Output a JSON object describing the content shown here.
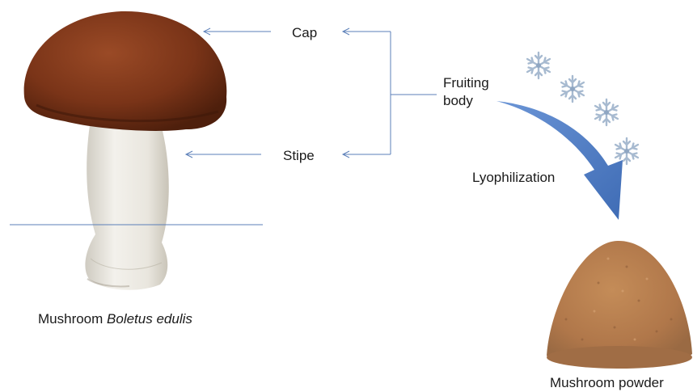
{
  "labels": {
    "cap": "Cap",
    "stipe": "Stipe",
    "fruiting_line1": "Fruiting",
    "fruiting_line2": "body",
    "lyophilization": "Lyophilization",
    "caption_prefix": "Mushroom ",
    "caption_species": "Boletus edulis",
    "powder": "Mushroom powder"
  },
  "colors": {
    "connector_line": "#5b7fb8",
    "big_arrow": "#4a78c0",
    "snowflake": "#9fb4cc",
    "cap": "#7a3418",
    "stipe": "#ecebe6",
    "powder": "#b57d4e"
  },
  "icons": [
    "mushroom-illustration",
    "snowflake-icon",
    "snowflake-icon",
    "snowflake-icon",
    "snowflake-icon",
    "curved-arrow",
    "powder-pile"
  ]
}
